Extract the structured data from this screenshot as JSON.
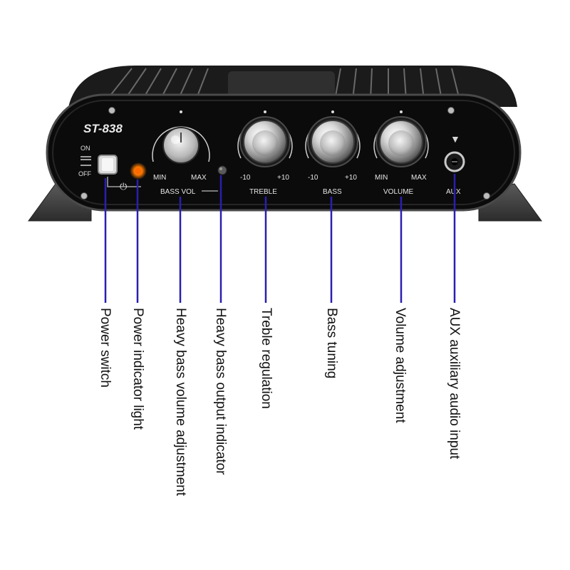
{
  "device": {
    "model": "ST-838",
    "switch_on": "ON",
    "switch_off": "OFF",
    "power_symbol": "⏻",
    "bass_vol": {
      "min": "MIN",
      "max": "MAX",
      "name": "BASS VOL"
    },
    "treble": {
      "min": "-10",
      "max": "+10",
      "name": "TREBLE"
    },
    "bass": {
      "min": "-10",
      "max": "+10",
      "name": "BASS"
    },
    "volume": {
      "min": "MIN",
      "max": "MAX",
      "name": "VOLUME"
    },
    "aux": {
      "name": "AUX",
      "arrow": "▼"
    }
  },
  "callouts": [
    "Power switch",
    "Power indicator light",
    "Heavy bass volume adjustment",
    "Heavy bass output indicator",
    "Treble regulation",
    "Bass tuning",
    "Volume adjustment",
    "AUX auxiliary audio input"
  ],
  "colors": {
    "pointer_line": "#2a1fb0",
    "panel": "#0d0d0d",
    "led_on": "#ff6a00",
    "led_off": "#555555"
  }
}
